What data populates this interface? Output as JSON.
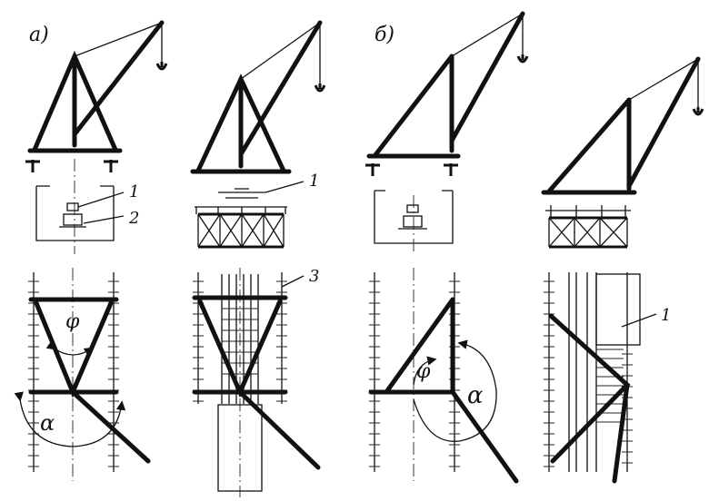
{
  "labels": {
    "part_a": "а)",
    "part_b": "б)",
    "num1_a": "1",
    "num2_a": "2",
    "num1_a2": "1",
    "num3": "3",
    "num1_b": "1",
    "phi_a": "φ",
    "alpha_a": "α",
    "phi_b": "φ",
    "alpha_b": "α"
  }
}
